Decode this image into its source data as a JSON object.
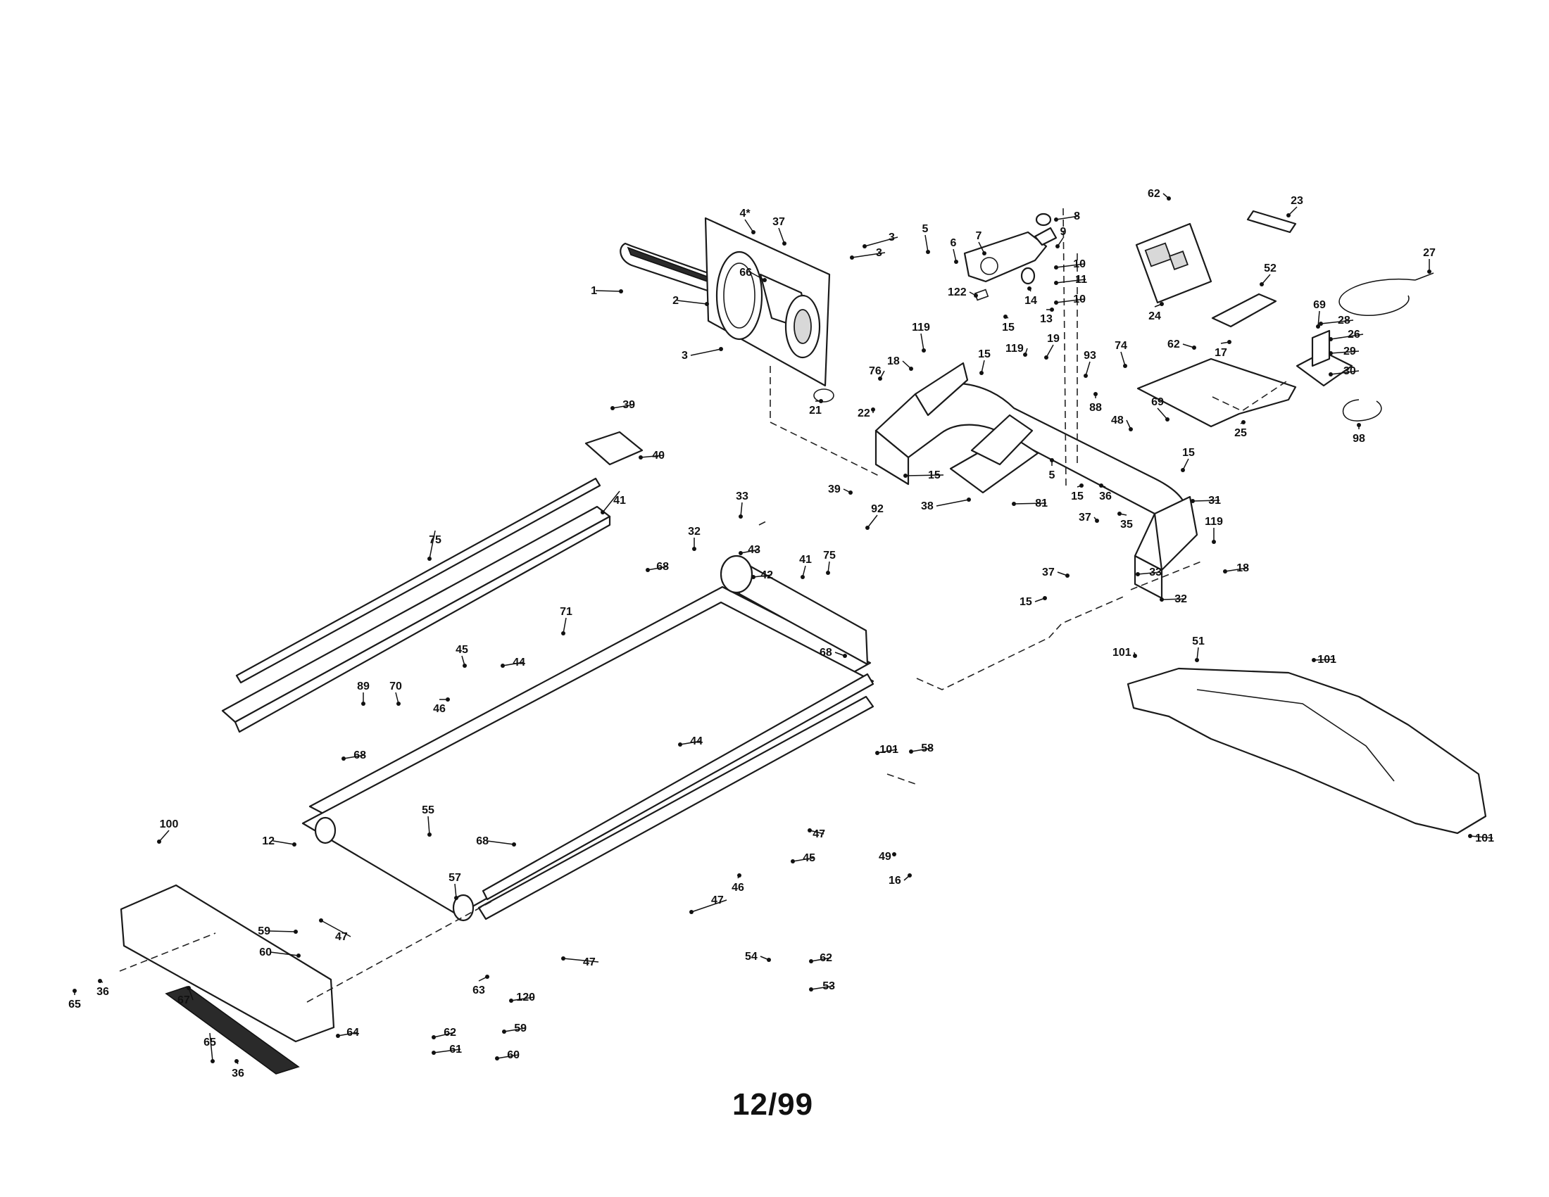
{
  "diagram": {
    "footer_date": "12/99",
    "callouts": [
      {
        "id": "c-1",
        "text": "1"
      },
      {
        "id": "c-2",
        "text": "2"
      },
      {
        "id": "c-4",
        "text": "4*"
      },
      {
        "id": "c-37a",
        "text": "37"
      },
      {
        "id": "c-66",
        "text": "66"
      },
      {
        "id": "c-3a",
        "text": "3"
      },
      {
        "id": "c-3b",
        "text": "3"
      },
      {
        "id": "c-3c",
        "text": "3"
      },
      {
        "id": "c-76",
        "text": "76"
      },
      {
        "id": "c-21",
        "text": "21"
      },
      {
        "id": "c-22",
        "text": "22"
      },
      {
        "id": "c-5a",
        "text": "5"
      },
      {
        "id": "c-6",
        "text": "6"
      },
      {
        "id": "c-7",
        "text": "7"
      },
      {
        "id": "c-8",
        "text": "8"
      },
      {
        "id": "c-9",
        "text": "9"
      },
      {
        "id": "c-10a",
        "text": "10"
      },
      {
        "id": "c-11",
        "text": "11"
      },
      {
        "id": "c-10b",
        "text": "10"
      },
      {
        "id": "c-14",
        "text": "14"
      },
      {
        "id": "c-13",
        "text": "13"
      },
      {
        "id": "c-122",
        "text": "122"
      },
      {
        "id": "c-15a",
        "text": "15"
      },
      {
        "id": "c-119a",
        "text": "119"
      },
      {
        "id": "c-18a",
        "text": "18"
      },
      {
        "id": "c-15b",
        "text": "15"
      },
      {
        "id": "c-119b",
        "text": "119"
      },
      {
        "id": "c-19",
        "text": "19"
      },
      {
        "id": "c-93",
        "text": "93"
      },
      {
        "id": "c-74",
        "text": "74"
      },
      {
        "id": "c-88",
        "text": "88"
      },
      {
        "id": "c-62a",
        "text": "62"
      },
      {
        "id": "c-23",
        "text": "23"
      },
      {
        "id": "c-24",
        "text": "24"
      },
      {
        "id": "c-52",
        "text": "52"
      },
      {
        "id": "c-62b",
        "text": "62"
      },
      {
        "id": "c-17",
        "text": "17"
      },
      {
        "id": "c-27",
        "text": "27"
      },
      {
        "id": "c-69a",
        "text": "69"
      },
      {
        "id": "c-28",
        "text": "28"
      },
      {
        "id": "c-26",
        "text": "26"
      },
      {
        "id": "c-29",
        "text": "29"
      },
      {
        "id": "c-30",
        "text": "30"
      },
      {
        "id": "c-98",
        "text": "98"
      },
      {
        "id": "c-25",
        "text": "25"
      },
      {
        "id": "c-69b",
        "text": "69"
      },
      {
        "id": "c-48",
        "text": "48"
      },
      {
        "id": "c-15c",
        "text": "15"
      },
      {
        "id": "c-15d",
        "text": "15"
      },
      {
        "id": "c-5b",
        "text": "5"
      },
      {
        "id": "c-15e",
        "text": "15"
      },
      {
        "id": "c-36a",
        "text": "36"
      },
      {
        "id": "c-37b",
        "text": "37"
      },
      {
        "id": "c-35",
        "text": "35"
      },
      {
        "id": "c-31",
        "text": "31"
      },
      {
        "id": "c-119c",
        "text": "119"
      },
      {
        "id": "c-18b",
        "text": "18"
      },
      {
        "id": "c-37c",
        "text": "37"
      },
      {
        "id": "c-15f",
        "text": "15"
      },
      {
        "id": "c-33a",
        "text": "33"
      },
      {
        "id": "c-32a",
        "text": "32"
      },
      {
        "id": "c-38",
        "text": "38"
      },
      {
        "id": "c-81",
        "text": "81"
      },
      {
        "id": "c-39a",
        "text": "39"
      },
      {
        "id": "c-40",
        "text": "40"
      },
      {
        "id": "c-41a",
        "text": "41"
      },
      {
        "id": "c-75a",
        "text": "75"
      },
      {
        "id": "c-39b",
        "text": "39"
      },
      {
        "id": "c-92",
        "text": "92"
      },
      {
        "id": "c-33b",
        "text": "33"
      },
      {
        "id": "c-32b",
        "text": "32"
      },
      {
        "id": "c-43",
        "text": "43"
      },
      {
        "id": "c-42",
        "text": "42"
      },
      {
        "id": "c-41b",
        "text": "41"
      },
      {
        "id": "c-75b",
        "text": "75"
      },
      {
        "id": "c-68a",
        "text": "68"
      },
      {
        "id": "c-71",
        "text": "71"
      },
      {
        "id": "c-45a",
        "text": "45"
      },
      {
        "id": "c-44a",
        "text": "44"
      },
      {
        "id": "c-46a",
        "text": "46"
      },
      {
        "id": "c-89",
        "text": "89"
      },
      {
        "id": "c-70",
        "text": "70"
      },
      {
        "id": "c-68b",
        "text": "68"
      },
      {
        "id": "c-68c",
        "text": "68"
      },
      {
        "id": "c-44b",
        "text": "44"
      },
      {
        "id": "c-58",
        "text": "58"
      },
      {
        "id": "c-101a",
        "text": "101"
      },
      {
        "id": "c-55",
        "text": "55"
      },
      {
        "id": "c-12",
        "text": "12"
      },
      {
        "id": "c-68d",
        "text": "68"
      },
      {
        "id": "c-47a",
        "text": "47"
      },
      {
        "id": "c-45b",
        "text": "45"
      },
      {
        "id": "c-46b",
        "text": "46"
      },
      {
        "id": "c-49",
        "text": "49"
      },
      {
        "id": "c-16",
        "text": "16"
      },
      {
        "id": "c-57",
        "text": "57"
      },
      {
        "id": "c-47b",
        "text": "47"
      },
      {
        "id": "c-100",
        "text": "100"
      },
      {
        "id": "c-59a",
        "text": "59"
      },
      {
        "id": "c-47c",
        "text": "47"
      },
      {
        "id": "c-60a",
        "text": "60"
      },
      {
        "id": "c-47d",
        "text": "47"
      },
      {
        "id": "c-63",
        "text": "63"
      },
      {
        "id": "c-120",
        "text": "120"
      },
      {
        "id": "c-54",
        "text": "54"
      },
      {
        "id": "c-62c",
        "text": "62"
      },
      {
        "id": "c-53",
        "text": "53"
      },
      {
        "id": "c-65a",
        "text": "65"
      },
      {
        "id": "c-36b",
        "text": "36"
      },
      {
        "id": "c-67",
        "text": "67"
      },
      {
        "id": "c-64",
        "text": "64"
      },
      {
        "id": "c-65b",
        "text": "65"
      },
      {
        "id": "c-36c",
        "text": "36"
      },
      {
        "id": "c-62d",
        "text": "62"
      },
      {
        "id": "c-61",
        "text": "61"
      },
      {
        "id": "c-59b",
        "text": "59"
      },
      {
        "id": "c-60b",
        "text": "60"
      },
      {
        "id": "c-101b",
        "text": "101"
      },
      {
        "id": "c-51",
        "text": "51"
      },
      {
        "id": "c-101c",
        "text": "101"
      },
      {
        "id": "c-101d",
        "text": "101"
      }
    ]
  }
}
